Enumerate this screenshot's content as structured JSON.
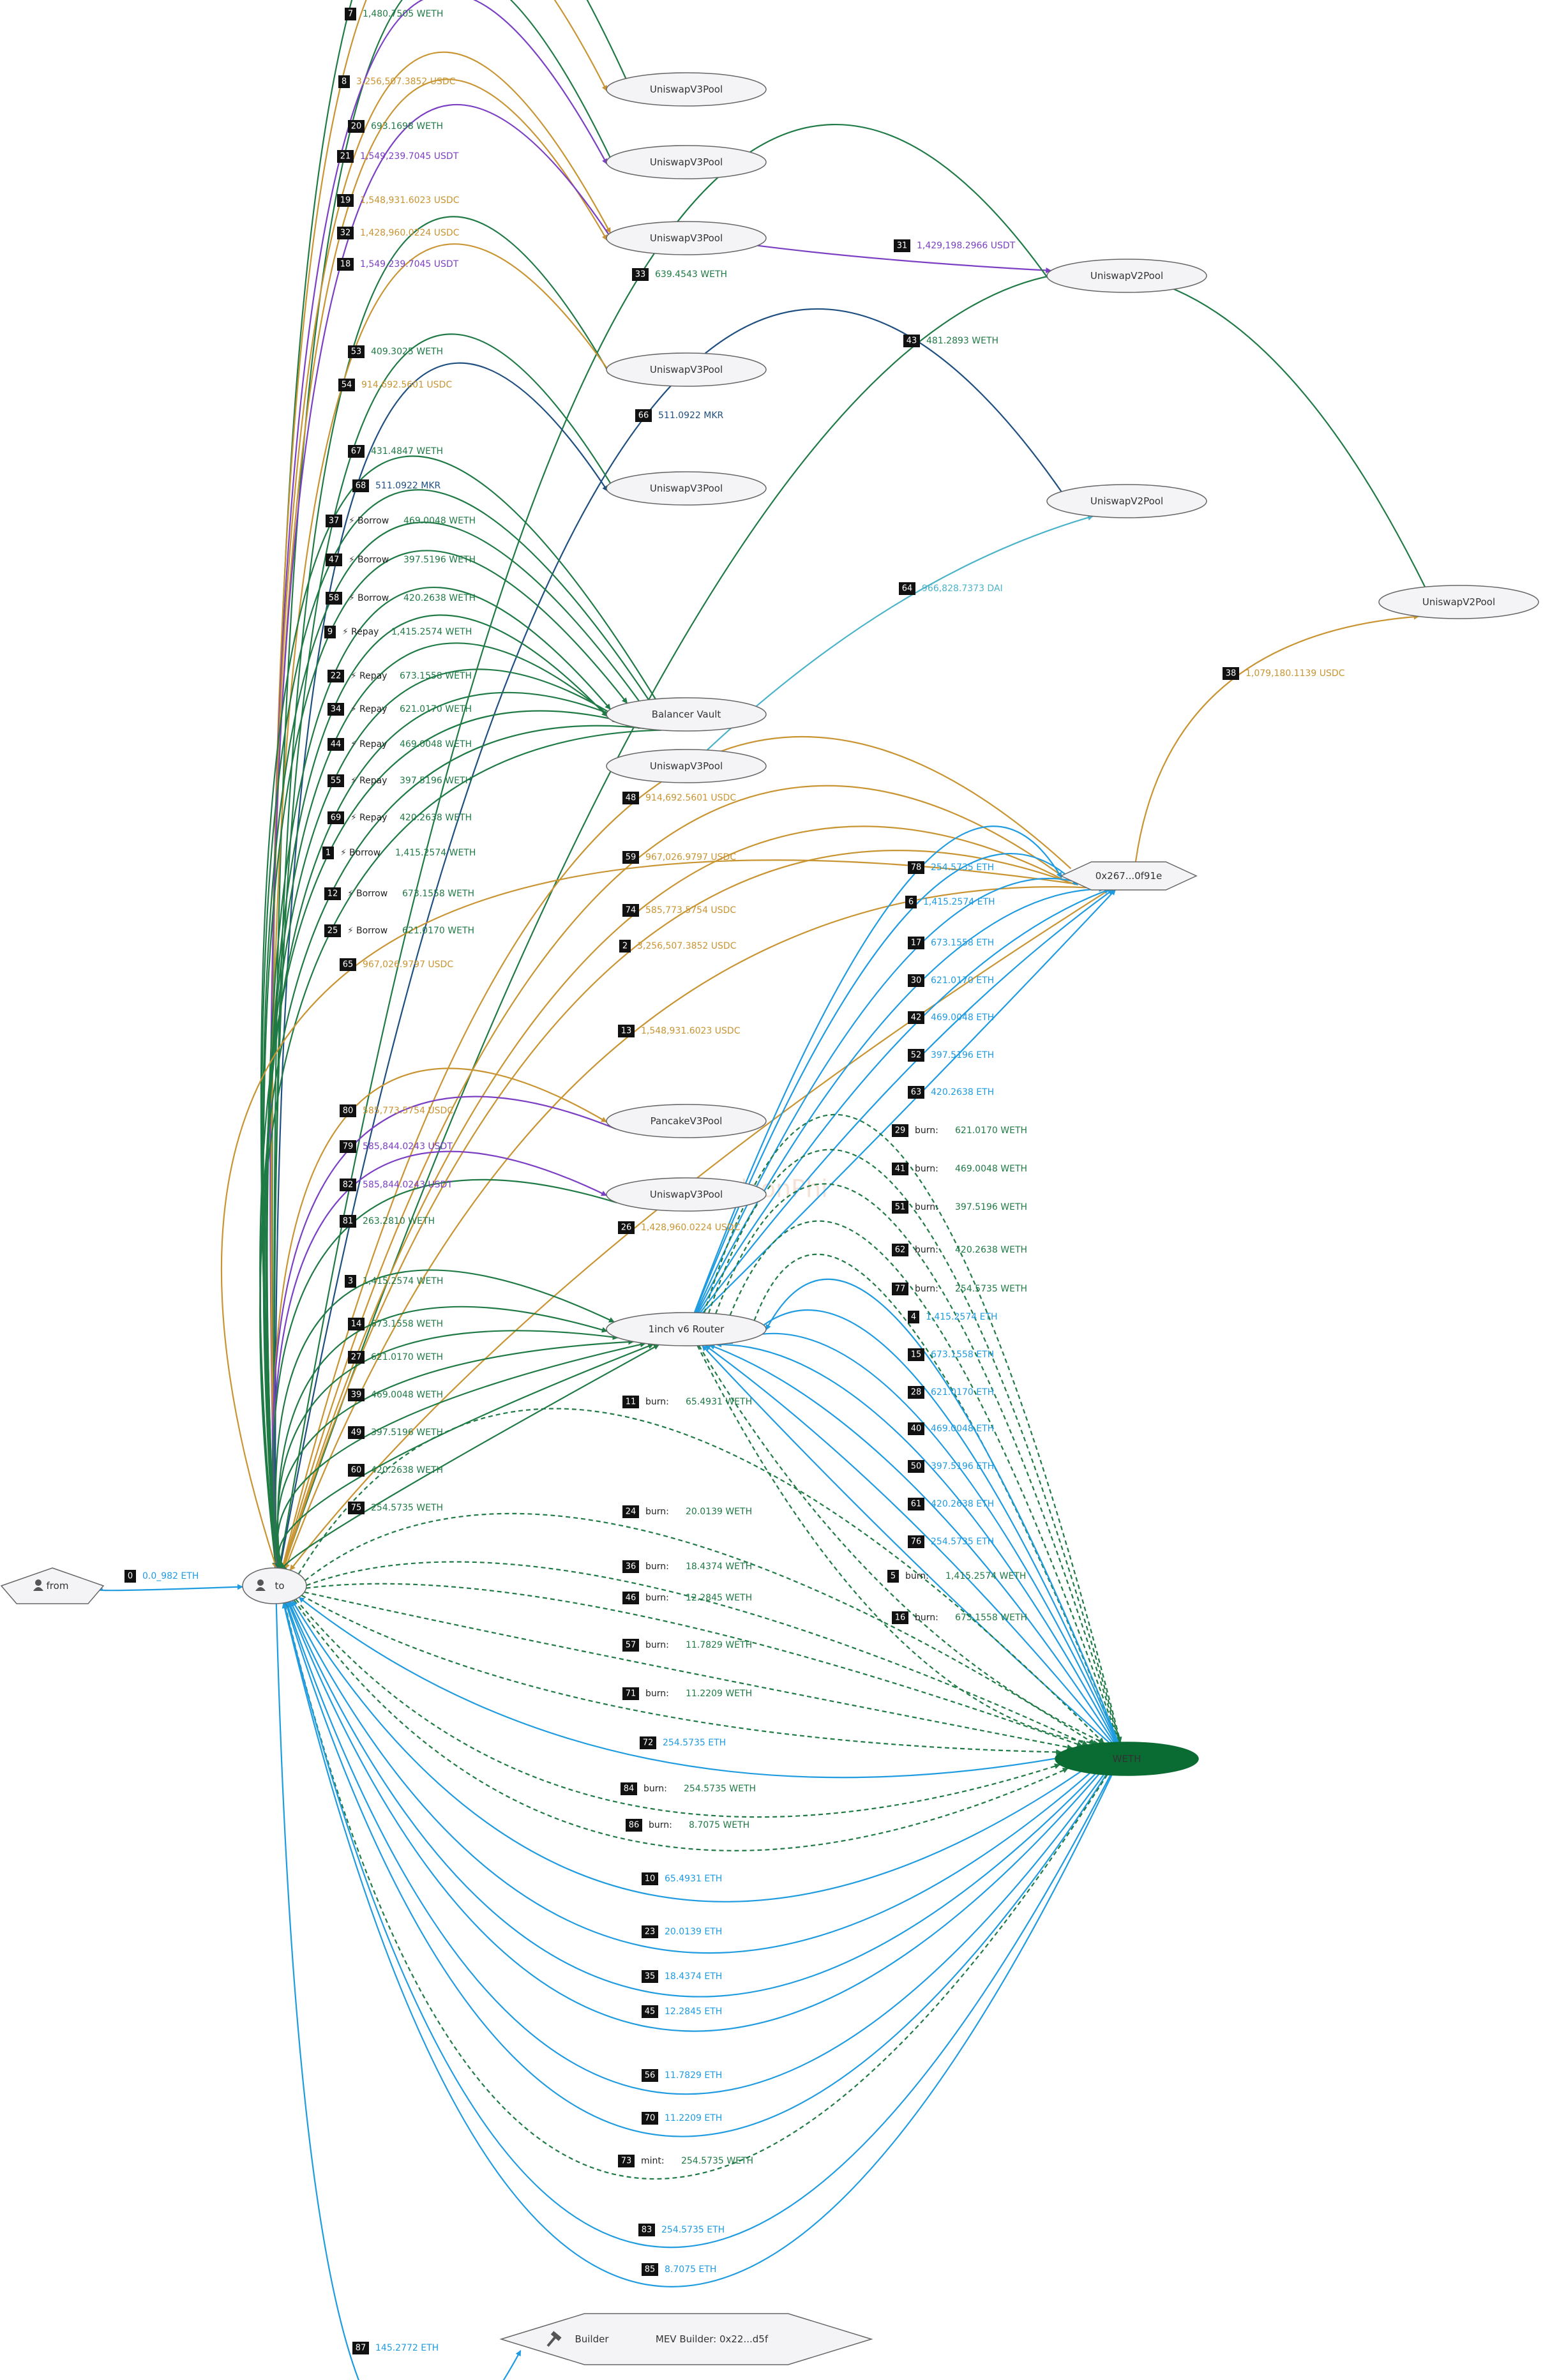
{
  "colors": {
    "weth": "#1f7a45",
    "usdc": "#c99432",
    "usdt": "#7b3fc4",
    "eth": "#1f9be0",
    "mkr": "#1e4f80",
    "dai": "#4bb3c9",
    "weth_node": "#0a6b33",
    "node_fill": "#f4f4f6",
    "node_stroke": "#666666",
    "badge": "#111111"
  },
  "watermark": "PhalconPhi",
  "nodes": [
    {
      "id": "from",
      "label": "from",
      "shape": "pentagon",
      "icon": "user-icon"
    },
    {
      "id": "to",
      "label": "to",
      "shape": "ellipse",
      "icon": "user-icon"
    },
    {
      "id": "uv3_1",
      "label": "UniswapV3Pool",
      "shape": "ellipse"
    },
    {
      "id": "uv3_2",
      "label": "UniswapV3Pool",
      "shape": "ellipse"
    },
    {
      "id": "uv3_3",
      "label": "UniswapV3Pool",
      "shape": "ellipse"
    },
    {
      "id": "uv2_1",
      "label": "UniswapV2Pool",
      "shape": "ellipse"
    },
    {
      "id": "uv3_4",
      "label": "UniswapV3Pool",
      "shape": "ellipse"
    },
    {
      "id": "uv3_5",
      "label": "UniswapV3Pool",
      "shape": "ellipse"
    },
    {
      "id": "uv2_2",
      "label": "UniswapV2Pool",
      "shape": "ellipse"
    },
    {
      "id": "uv2_3",
      "label": "UniswapV2Pool",
      "shape": "ellipse"
    },
    {
      "id": "vault",
      "label": "Balancer Vault",
      "shape": "ellipse"
    },
    {
      "id": "uv3_6",
      "label": "UniswapV3Pool",
      "shape": "ellipse"
    },
    {
      "id": "x267",
      "label": "0x267...0f91e",
      "shape": "hexagon"
    },
    {
      "id": "pancake",
      "label": "PancakeV3Pool",
      "shape": "ellipse"
    },
    {
      "id": "uv3_7",
      "label": "UniswapV3Pool",
      "shape": "ellipse"
    },
    {
      "id": "router",
      "label": "1inch v6 Router",
      "shape": "ellipse"
    },
    {
      "id": "weth",
      "label": "WETH",
      "shape": "weth"
    },
    {
      "id": "builder",
      "label": "Builder",
      "sublabel": "MEV Builder: 0x22...d5f",
      "shape": "hexagon",
      "icon": "hammer-icon"
    }
  ],
  "edges": [
    {
      "n": "0",
      "from": "from",
      "to": "to",
      "action": "",
      "text": "0.0_982 ETH",
      "token": "eth",
      "style": "solid"
    },
    {
      "n": "7",
      "from": "uv3_1",
      "to": "to",
      "action": "",
      "text": "1,480.7505 WETH",
      "token": "weth",
      "style": "solid"
    },
    {
      "n": "8",
      "from": "to",
      "to": "uv3_1",
      "action": "",
      "text": "3,256,507.3852 USDC",
      "token": "usdc",
      "style": "solid"
    },
    {
      "n": "20",
      "from": "uv3_2",
      "to": "to",
      "action": "",
      "text": "693.1698 WETH",
      "token": "weth",
      "style": "solid"
    },
    {
      "n": "21",
      "from": "to",
      "to": "uv3_2",
      "action": "",
      "text": "1,549,239.7045 USDT",
      "token": "usdt",
      "style": "solid"
    },
    {
      "n": "19",
      "from": "to",
      "to": "uv3_3",
      "action": "",
      "text": "1,548,931.6023 USDC",
      "token": "usdc",
      "style": "solid"
    },
    {
      "n": "32",
      "from": "to",
      "to": "uv3_3",
      "action": "",
      "text": "1,428,960.0224 USDC",
      "token": "usdc",
      "style": "solid"
    },
    {
      "n": "18",
      "from": "uv3_3",
      "to": "to",
      "action": "",
      "text": "1,549,239.7045 USDT",
      "token": "usdt",
      "style": "solid"
    },
    {
      "n": "31",
      "from": "uv3_3",
      "to": "uv2_1",
      "action": "",
      "text": "1,429,198.2966 USDT",
      "token": "usdt",
      "style": "solid"
    },
    {
      "n": "33",
      "from": "uv2_1",
      "to": "to",
      "action": "",
      "text": "639.4543 WETH",
      "token": "weth",
      "style": "solid"
    },
    {
      "n": "43",
      "from": "uv2_3",
      "to": "to",
      "action": "",
      "text": "481.2893 WETH",
      "token": "weth",
      "style": "solid"
    },
    {
      "n": "53",
      "from": "uv3_4",
      "to": "to",
      "action": "",
      "text": "409.3025 WETH",
      "token": "weth",
      "style": "solid"
    },
    {
      "n": "54",
      "from": "to",
      "to": "uv3_4",
      "action": "",
      "text": "914,692.5601 USDC",
      "token": "usdc",
      "style": "solid"
    },
    {
      "n": "66",
      "from": "uv2_2",
      "to": "to",
      "action": "",
      "text": "511.0922 MKR",
      "token": "mkr",
      "style": "solid"
    },
    {
      "n": "67",
      "from": "uv3_5",
      "to": "to",
      "action": "",
      "text": "431.4847 WETH",
      "token": "weth",
      "style": "solid"
    },
    {
      "n": "68",
      "from": "to",
      "to": "uv3_5",
      "action": "",
      "text": "511.0922 MKR",
      "token": "mkr",
      "style": "solid"
    },
    {
      "n": "37",
      "from": "vault",
      "to": "to",
      "action": "Borrow",
      "text": "469.0048 WETH",
      "token": "weth",
      "style": "solid"
    },
    {
      "n": "47",
      "from": "vault",
      "to": "to",
      "action": "Borrow",
      "text": "397.5196 WETH",
      "token": "weth",
      "style": "solid"
    },
    {
      "n": "58",
      "from": "vault",
      "to": "to",
      "action": "Borrow",
      "text": "420.2638 WETH",
      "token": "weth",
      "style": "solid"
    },
    {
      "n": "9",
      "from": "to",
      "to": "vault",
      "action": "Repay",
      "text": "1,415.2574 WETH",
      "token": "weth",
      "style": "solid"
    },
    {
      "n": "22",
      "from": "to",
      "to": "vault",
      "action": "Repay",
      "text": "673.1558 WETH",
      "token": "weth",
      "style": "solid"
    },
    {
      "n": "34",
      "from": "to",
      "to": "vault",
      "action": "Repay",
      "text": "621.0170 WETH",
      "token": "weth",
      "style": "solid"
    },
    {
      "n": "44",
      "from": "to",
      "to": "vault",
      "action": "Repay",
      "text": "469.0048 WETH",
      "token": "weth",
      "style": "solid"
    },
    {
      "n": "55",
      "from": "to",
      "to": "vault",
      "action": "Repay",
      "text": "397.5196 WETH",
      "token": "weth",
      "style": "solid"
    },
    {
      "n": "69",
      "from": "to",
      "to": "vault",
      "action": "Repay",
      "text": "420.2638 WETH",
      "token": "weth",
      "style": "solid"
    },
    {
      "n": "1",
      "from": "vault",
      "to": "to",
      "action": "Borrow",
      "text": "1,415.2574 WETH",
      "token": "weth",
      "style": "solid"
    },
    {
      "n": "12",
      "from": "vault",
      "to": "to",
      "action": "Borrow",
      "text": "673.1558 WETH",
      "token": "weth",
      "style": "solid"
    },
    {
      "n": "25",
      "from": "vault",
      "to": "to",
      "action": "Borrow",
      "text": "621.0170 WETH",
      "token": "weth",
      "style": "solid"
    },
    {
      "n": "65",
      "from": "x267",
      "to": "to",
      "action": "",
      "text": "967,026.9797 USDC",
      "token": "usdc",
      "style": "solid"
    },
    {
      "n": "48",
      "from": "x267",
      "to": "to",
      "action": "",
      "text": "914,692.5601 USDC",
      "token": "usdc",
      "style": "solid"
    },
    {
      "n": "59",
      "from": "x267",
      "to": "to",
      "action": "",
      "text": "967,026.9797 USDC",
      "token": "usdc",
      "style": "solid"
    },
    {
      "n": "74",
      "from": "x267",
      "to": "to",
      "action": "",
      "text": "585,773.5754 USDC",
      "token": "usdc",
      "style": "solid"
    },
    {
      "n": "2",
      "from": "x267",
      "to": "to",
      "action": "",
      "text": "3,256,507.3852 USDC",
      "token": "usdc",
      "style": "solid"
    },
    {
      "n": "13",
      "from": "x267",
      "to": "to",
      "action": "",
      "text": "1,548,931.6023 USDC",
      "token": "usdc",
      "style": "solid"
    },
    {
      "n": "26",
      "from": "x267",
      "to": "to",
      "action": "",
      "text": "1,428,960.0224 USDC",
      "token": "usdc",
      "style": "solid"
    },
    {
      "n": "64",
      "from": "uv3_6",
      "to": "uv2_2",
      "action": "",
      "text": "966,828.7373 DAI",
      "token": "dai",
      "style": "solid"
    },
    {
      "n": "38",
      "from": "x267",
      "to": "uv2_3",
      "action": "",
      "text": "1,079,180.1139 USDC",
      "token": "usdc",
      "style": "solid"
    },
    {
      "n": "80",
      "from": "to",
      "to": "pancake",
      "action": "",
      "text": "585,773.5754 USDC",
      "token": "usdc",
      "style": "solid"
    },
    {
      "n": "79",
      "from": "pancake",
      "to": "to",
      "action": "",
      "text": "585,844.0243 USDT",
      "token": "usdt",
      "style": "solid"
    },
    {
      "n": "82",
      "from": "to",
      "to": "uv3_7",
      "action": "",
      "text": "585,844.0243 USDT",
      "token": "usdt",
      "style": "solid"
    },
    {
      "n": "81",
      "from": "uv3_7",
      "to": "to",
      "action": "",
      "text": "263.2810 WETH",
      "token": "weth",
      "style": "solid"
    },
    {
      "n": "3",
      "from": "to",
      "to": "router",
      "action": "",
      "text": "1,415.2574 WETH",
      "token": "weth",
      "style": "solid"
    },
    {
      "n": "14",
      "from": "to",
      "to": "router",
      "action": "",
      "text": "673.1558 WETH",
      "token": "weth",
      "style": "solid"
    },
    {
      "n": "27",
      "from": "to",
      "to": "router",
      "action": "",
      "text": "621.0170 WETH",
      "token": "weth",
      "style": "solid"
    },
    {
      "n": "39",
      "from": "to",
      "to": "router",
      "action": "",
      "text": "469.0048 WETH",
      "token": "weth",
      "style": "solid"
    },
    {
      "n": "49",
      "from": "to",
      "to": "router",
      "action": "",
      "text": "397.5196 WETH",
      "token": "weth",
      "style": "solid"
    },
    {
      "n": "60",
      "from": "to",
      "to": "router",
      "action": "",
      "text": "420.2638 WETH",
      "token": "weth",
      "style": "solid"
    },
    {
      "n": "75",
      "from": "to",
      "to": "router",
      "action": "",
      "text": "254.5735 WETH",
      "token": "weth",
      "style": "solid"
    },
    {
      "n": "78",
      "from": "router",
      "to": "x267",
      "action": "",
      "text": "254.5735 ETH",
      "token": "eth",
      "style": "solid"
    },
    {
      "n": "6",
      "from": "router",
      "to": "x267",
      "action": "",
      "text": "1,415.2574 ETH",
      "token": "eth",
      "style": "solid"
    },
    {
      "n": "17",
      "from": "router",
      "to": "x267",
      "action": "",
      "text": "673.1558 ETH",
      "token": "eth",
      "style": "solid"
    },
    {
      "n": "30",
      "from": "router",
      "to": "x267",
      "action": "",
      "text": "621.0170 ETH",
      "token": "eth",
      "style": "solid"
    },
    {
      "n": "42",
      "from": "router",
      "to": "x267",
      "action": "",
      "text": "469.0048 ETH",
      "token": "eth",
      "style": "solid"
    },
    {
      "n": "52",
      "from": "router",
      "to": "x267",
      "action": "",
      "text": "397.5196 ETH",
      "token": "eth",
      "style": "solid"
    },
    {
      "n": "63",
      "from": "router",
      "to": "x267",
      "action": "",
      "text": "420.2638 ETH",
      "token": "eth",
      "style": "solid"
    },
    {
      "n": "29",
      "from": "router",
      "to": "weth",
      "action": "burn:",
      "text": "621.0170 WETH",
      "token": "weth",
      "style": "dashed"
    },
    {
      "n": "41",
      "from": "router",
      "to": "weth",
      "action": "burn:",
      "text": "469.0048 WETH",
      "token": "weth",
      "style": "dashed"
    },
    {
      "n": "51",
      "from": "router",
      "to": "weth",
      "action": "burn:",
      "text": "397.5196 WETH",
      "token": "weth",
      "style": "dashed"
    },
    {
      "n": "62",
      "from": "router",
      "to": "weth",
      "action": "burn:",
      "text": "420.2638 WETH",
      "token": "weth",
      "style": "dashed"
    },
    {
      "n": "77",
      "from": "router",
      "to": "weth",
      "action": "burn:",
      "text": "254.5735 WETH",
      "token": "weth",
      "style": "dashed"
    },
    {
      "n": "4",
      "from": "weth",
      "to": "router",
      "action": "",
      "text": "1,415.2574 ETH",
      "token": "eth",
      "style": "solid"
    },
    {
      "n": "15",
      "from": "weth",
      "to": "router",
      "action": "",
      "text": "673.1558 ETH",
      "token": "eth",
      "style": "solid"
    },
    {
      "n": "28",
      "from": "weth",
      "to": "router",
      "action": "",
      "text": "621.0170 ETH",
      "token": "eth",
      "style": "solid"
    },
    {
      "n": "40",
      "from": "weth",
      "to": "router",
      "action": "",
      "text": "469.0048 ETH",
      "token": "eth",
      "style": "solid"
    },
    {
      "n": "50",
      "from": "weth",
      "to": "router",
      "action": "",
      "text": "397.5196 ETH",
      "token": "eth",
      "style": "solid"
    },
    {
      "n": "61",
      "from": "weth",
      "to": "router",
      "action": "",
      "text": "420.2638 ETH",
      "token": "eth",
      "style": "solid"
    },
    {
      "n": "76",
      "from": "weth",
      "to": "router",
      "action": "",
      "text": "254.5735 ETH",
      "token": "eth",
      "style": "solid"
    },
    {
      "n": "5",
      "from": "router",
      "to": "weth",
      "action": "burn:",
      "text": "1,415.2574 WETH",
      "token": "weth",
      "style": "dashed"
    },
    {
      "n": "16",
      "from": "router",
      "to": "weth",
      "action": "burn:",
      "text": "673.1558 WETH",
      "token": "weth",
      "style": "dashed"
    },
    {
      "n": "11",
      "from": "to",
      "to": "weth",
      "action": "burn:",
      "text": "65.4931 WETH",
      "token": "weth",
      "style": "dashed"
    },
    {
      "n": "24",
      "from": "to",
      "to": "weth",
      "action": "burn:",
      "text": "20.0139 WETH",
      "token": "weth",
      "style": "dashed"
    },
    {
      "n": "36",
      "from": "to",
      "to": "weth",
      "action": "burn:",
      "text": "18.4374 WETH",
      "token": "weth",
      "style": "dashed"
    },
    {
      "n": "46",
      "from": "to",
      "to": "weth",
      "action": "burn:",
      "text": "12.2845 WETH",
      "token": "weth",
      "style": "dashed"
    },
    {
      "n": "57",
      "from": "to",
      "to": "weth",
      "action": "burn:",
      "text": "11.7829 WETH",
      "token": "weth",
      "style": "dashed"
    },
    {
      "n": "71",
      "from": "to",
      "to": "weth",
      "action": "burn:",
      "text": "11.2209 WETH",
      "token": "weth",
      "style": "dashed"
    },
    {
      "n": "72",
      "from": "weth",
      "to": "to",
      "action": "",
      "text": "254.5735 ETH",
      "token": "eth",
      "style": "solid"
    },
    {
      "n": "84",
      "from": "to",
      "to": "weth",
      "action": "burn:",
      "text": "254.5735 WETH",
      "token": "weth",
      "style": "dashed"
    },
    {
      "n": "86",
      "from": "to",
      "to": "weth",
      "action": "burn:",
      "text": "8.7075 WETH",
      "token": "weth",
      "style": "dashed"
    },
    {
      "n": "10",
      "from": "weth",
      "to": "to",
      "action": "",
      "text": "65.4931 ETH",
      "token": "eth",
      "style": "solid"
    },
    {
      "n": "23",
      "from": "weth",
      "to": "to",
      "action": "",
      "text": "20.0139 ETH",
      "token": "eth",
      "style": "solid"
    },
    {
      "n": "35",
      "from": "weth",
      "to": "to",
      "action": "",
      "text": "18.4374 ETH",
      "token": "eth",
      "style": "solid"
    },
    {
      "n": "45",
      "from": "weth",
      "to": "to",
      "action": "",
      "text": "12.2845 ETH",
      "token": "eth",
      "style": "solid"
    },
    {
      "n": "56",
      "from": "weth",
      "to": "to",
      "action": "",
      "text": "11.7829 ETH",
      "token": "eth",
      "style": "solid"
    },
    {
      "n": "70",
      "from": "weth",
      "to": "to",
      "action": "",
      "text": "11.2209 ETH",
      "token": "eth",
      "style": "solid"
    },
    {
      "n": "73",
      "from": "weth",
      "to": "to",
      "action": "mint:",
      "text": "254.5735 WETH",
      "token": "weth",
      "style": "dashed"
    },
    {
      "n": "83",
      "from": "weth",
      "to": "to",
      "action": "",
      "text": "254.5735 ETH",
      "token": "eth",
      "style": "solid"
    },
    {
      "n": "85",
      "from": "weth",
      "to": "to",
      "action": "",
      "text": "8.7075 ETH",
      "token": "eth",
      "style": "solid"
    },
    {
      "n": "87",
      "from": "to",
      "to": "builder",
      "action": "",
      "text": "145.2772 ETH",
      "token": "eth",
      "style": "solid"
    }
  ]
}
